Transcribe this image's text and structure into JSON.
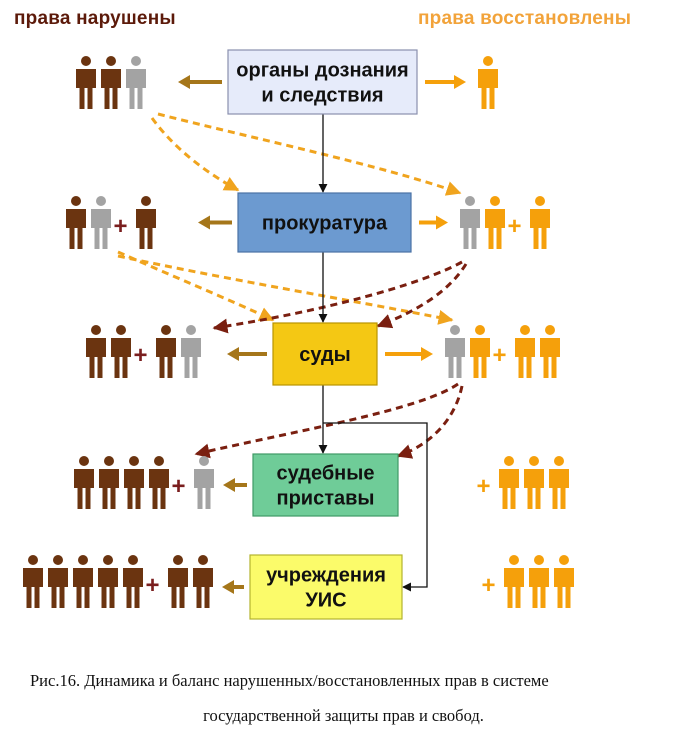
{
  "headers": {
    "left": "права нарушены",
    "right": "права восстановлены"
  },
  "colors": {
    "violated": "#6b3410",
    "restored": "#f5a00b",
    "neutral": "#a3a3a3",
    "left_header": "#5c1a0a",
    "right_header": "#f2a33a",
    "arrow_side": "#a5761a",
    "dashed_orange": "#f0a41e",
    "dashed_dark": "#7a1f10",
    "plus_left": "#7a1e1e",
    "plus_right": "#f5a00b"
  },
  "icons": {
    "person": "person-icon",
    "plus": "plus-sign"
  },
  "boxes": [
    {
      "id": "organs",
      "label": [
        "органы дознания",
        "и следствия"
      ],
      "fill": "#e6ebfa",
      "stroke": "#8a8fae"
    },
    {
      "id": "prosecutor",
      "label": [
        "прокуратура"
      ],
      "fill": "#6c9ad0",
      "stroke": "#4a72a5"
    },
    {
      "id": "courts",
      "label": [
        "суды"
      ],
      "fill": "#f4c814",
      "stroke": "#b99400"
    },
    {
      "id": "bailiffs",
      "label": [
        "судебные",
        "приставы"
      ],
      "fill": "#6fcc98",
      "stroke": "#3f9a66"
    },
    {
      "id": "uis",
      "label": [
        "учреждения",
        "УИС"
      ],
      "fill": "#fbfb6a",
      "stroke": "#b3b330"
    }
  ],
  "rows": [
    {
      "left": [
        [
          "violated",
          "violated",
          "neutral"
        ]
      ],
      "right": [
        [
          "restored"
        ]
      ]
    },
    {
      "left": [
        [
          "violated",
          "neutral"
        ],
        [
          "violated"
        ]
      ],
      "right": [
        [
          "neutral",
          "restored"
        ],
        [
          "restored"
        ]
      ]
    },
    {
      "left": [
        [
          "violated",
          "violated"
        ],
        [
          "violated",
          "neutral"
        ]
      ],
      "right": [
        [
          "neutral",
          "restored"
        ],
        [
          "restored",
          "restored"
        ]
      ]
    },
    {
      "left": [
        [
          "violated",
          "violated",
          "violated",
          "violated"
        ],
        [
          "neutral"
        ]
      ],
      "right": [
        [],
        [
          "restored",
          "restored",
          "restored"
        ]
      ]
    },
    {
      "left": [
        [
          "violated",
          "violated",
          "violated",
          "violated",
          "violated"
        ],
        [
          "violated",
          "violated"
        ]
      ],
      "right": [
        [],
        [
          "restored",
          "restored",
          "restored"
        ]
      ]
    }
  ],
  "caption": {
    "line1": "Рис.16. Динамика и баланс нарушенных/восстановленных прав в системе",
    "line2": "государственной защиты прав и свобод."
  }
}
